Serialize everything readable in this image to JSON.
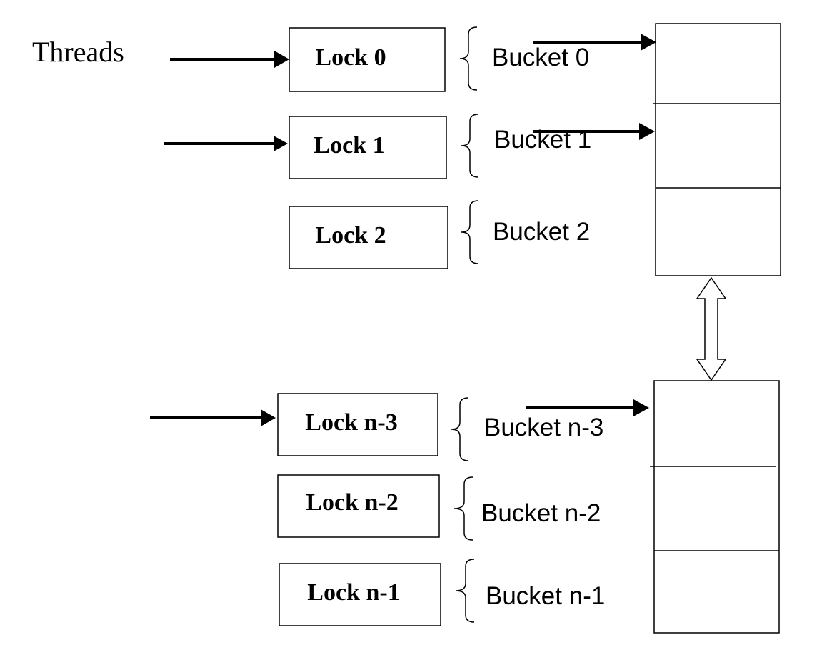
{
  "threads_label": "Threads",
  "locks": [
    {
      "label": "Lock 0"
    },
    {
      "label": "Lock 1"
    },
    {
      "label": "Lock 2"
    },
    {
      "label": "Lock n-3"
    },
    {
      "label": "Lock n-2"
    },
    {
      "label": "Lock n-1"
    }
  ],
  "buckets": [
    {
      "label": "Bucket 0"
    },
    {
      "label": "Bucket 1"
    },
    {
      "label": "Bucket 2"
    },
    {
      "label": "Bucket n-3"
    },
    {
      "label": "Bucket n-2"
    },
    {
      "label": "Bucket n-1"
    }
  ]
}
